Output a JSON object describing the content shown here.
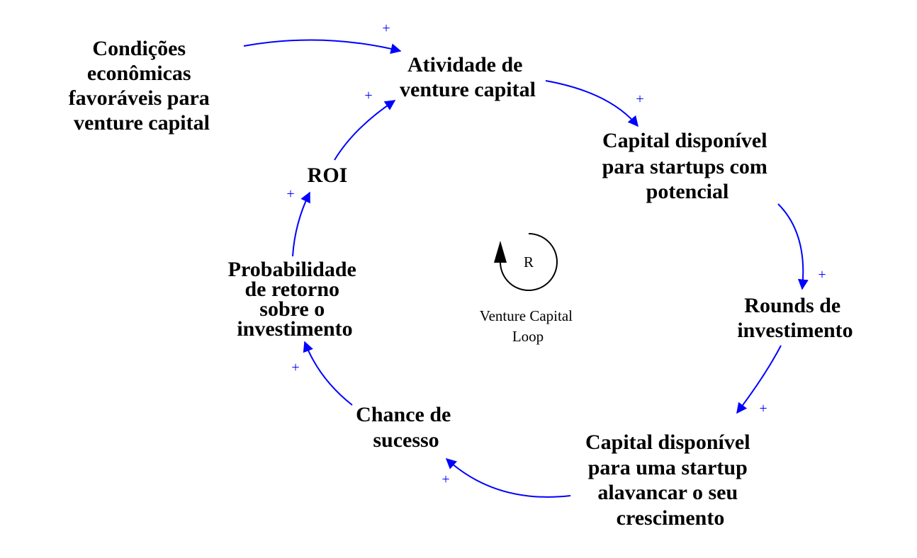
{
  "colors": {
    "link": "#0000ff",
    "text": "#000000",
    "loop_marker": "#000000",
    "background": "#ffffff"
  },
  "nodes": {
    "condicoes": {
      "lines": [
        "Condições",
        "econômicas",
        "favoráveis para",
        "venture capital"
      ]
    },
    "atividade": {
      "lines": [
        "Atividade de",
        "venture capital"
      ]
    },
    "capital_startups": {
      "lines": [
        "Capital disponível",
        "para startups com",
        "potencial"
      ]
    },
    "rounds": {
      "lines": [
        "Rounds de",
        "investimento"
      ]
    },
    "capital_startup": {
      "lines": [
        "Capital disponível",
        "para uma startup",
        "alavancar o seu",
        "crescimento"
      ]
    },
    "chance": {
      "lines": [
        "Chance de",
        "sucesso"
      ]
    },
    "probabilidade": {
      "lines": [
        "Probabilidade",
        "de retorno",
        "sobre o",
        "investimento"
      ]
    },
    "roi": {
      "lines": [
        "ROI"
      ]
    }
  },
  "links": [
    {
      "from": "condicoes",
      "to": "atividade",
      "polarity": "+"
    },
    {
      "from": "atividade",
      "to": "capital_startups",
      "polarity": "+"
    },
    {
      "from": "capital_startups",
      "to": "rounds",
      "polarity": "+"
    },
    {
      "from": "rounds",
      "to": "capital_startup",
      "polarity": "+"
    },
    {
      "from": "capital_startup",
      "to": "chance",
      "polarity": "+"
    },
    {
      "from": "chance",
      "to": "probabilidade",
      "polarity": "+"
    },
    {
      "from": "probabilidade",
      "to": "roi",
      "polarity": "+"
    },
    {
      "from": "roi",
      "to": "atividade",
      "polarity": "+"
    }
  ],
  "loop": {
    "type_label": "R",
    "name_lines": [
      "Venture Capital",
      "Loop"
    ],
    "icon": "loop-arrow-icon"
  }
}
